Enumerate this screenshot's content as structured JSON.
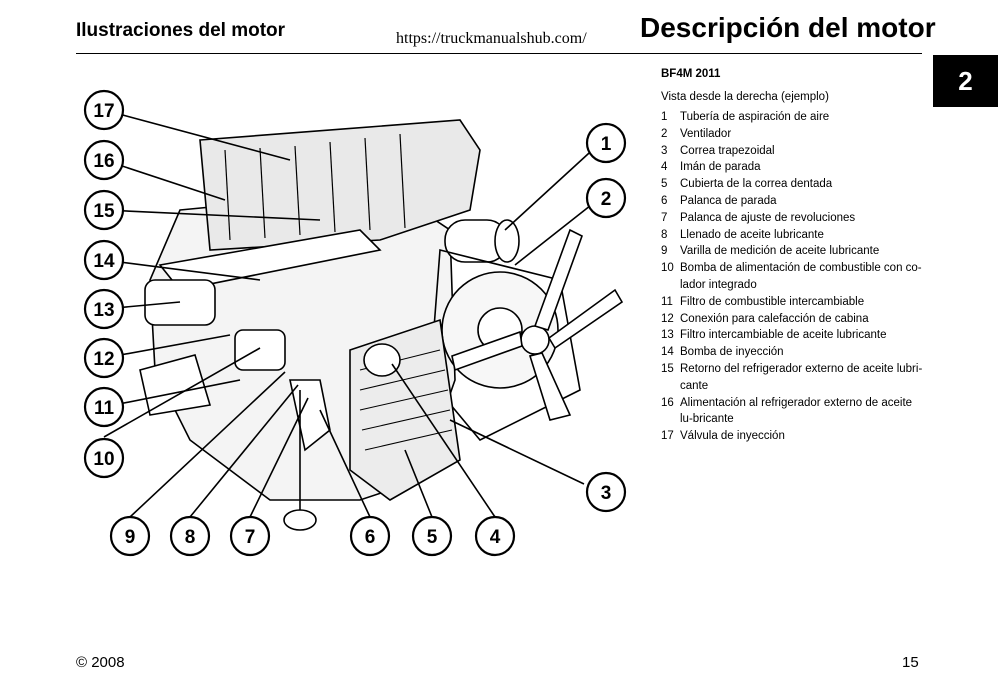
{
  "header": {
    "left_title": "Ilustraciones del motor",
    "url": "https://truckmanualshub.com/",
    "right_title": "Descripción del motor",
    "chapter": "2"
  },
  "legend": {
    "model": "BF4M 2011",
    "view": "Vista desde la derecha (ejemplo)",
    "items": [
      {
        "n": "1",
        "text": "Tubería de aspiración de aire"
      },
      {
        "n": "2",
        "text": "Ventilador"
      },
      {
        "n": "3",
        "text": "Correa trapezoidal"
      },
      {
        "n": "4",
        "text": "Imán de parada"
      },
      {
        "n": "5",
        "text": "Cubierta de la correa dentada"
      },
      {
        "n": "6",
        "text": "Palanca de parada"
      },
      {
        "n": "7",
        "text": "Palanca de ajuste de revoluciones"
      },
      {
        "n": "8",
        "text": "Llenado de aceite lubricante"
      },
      {
        "n": "9",
        "text": "Varilla de medición de aceite lubricante"
      },
      {
        "n": "10",
        "text": "Bomba de alimentación de combustible con co-lador integrado"
      },
      {
        "n": "11",
        "text": "Filtro de combustible intercambiable"
      },
      {
        "n": "12",
        "text": "Conexión para calefacción de cabina"
      },
      {
        "n": "13",
        "text": "Filtro intercambiable de aceite lubricante"
      },
      {
        "n": "14",
        "text": "Bomba de inyección"
      },
      {
        "n": "15",
        "text": "Retorno del refrigerador externo de aceite lubri-cante"
      },
      {
        "n": "16",
        "text": "Alimentación al refrigerador externo de aceite lu-bricante"
      },
      {
        "n": "17",
        "text": "Válvula de inyección"
      }
    ]
  },
  "figure": {
    "callouts": [
      "1",
      "2",
      "3",
      "4",
      "5",
      "6",
      "7",
      "8",
      "9",
      "10",
      "11",
      "12",
      "13",
      "14",
      "15",
      "16",
      "17"
    ]
  },
  "footer": {
    "copyright": "© 2008",
    "page": "15"
  }
}
